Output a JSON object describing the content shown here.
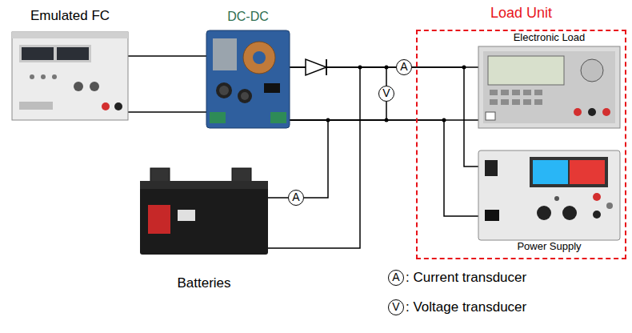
{
  "diagram": {
    "nodes": [
      {
        "text": [
          "Emulated FC"
        ]
      },
      {
        "text": [
          "DC-DC"
        ]
      },
      {
        "text": [
          "Load Unit"
        ]
      },
      {
        "text": [
          "Electronic Load"
        ],
        "in": 2
      },
      {
        "text": [
          "Power Supply"
        ],
        "in": 2
      },
      {
        "text": [
          "A"
        ]
      },
      {
        "text": [
          "V"
        ]
      },
      {
        "text": [
          "Batteries"
        ]
      },
      {
        "text": [
          "A"
        ]
      }
    ],
    "edges": [
      {
        "from": 0,
        "to": 1,
        "arrow": "none"
      },
      {
        "from": 0,
        "to": 1,
        "arrow": "none"
      },
      {
        "from": 1,
        "to": 5,
        "arrow": "none"
      },
      {
        "from": 5,
        "to": 3,
        "arrow": "none"
      },
      {
        "from": 5,
        "to": 4,
        "arrow": "none"
      },
      {
        "from": 1,
        "to": 3,
        "arrow": "none"
      },
      {
        "from": 1,
        "to": 4,
        "arrow": "none"
      },
      {
        "from": 1,
        "to": 6,
        "arrow": "none"
      },
      {
        "from": 6,
        "to": 1,
        "arrow": "none"
      },
      {
        "from": 7,
        "to": 8,
        "arrow": "none"
      },
      {
        "from": 8,
        "to": 1,
        "arrow": "none"
      },
      {
        "from": 7,
        "to": 5,
        "arrow": "none"
      }
    ],
    "labels": [
      "A",
      "V"
    ],
    "legend": [
      {
        "text": ": Current transducer"
      },
      {
        "text": ": Voltage transducer"
      }
    ]
  }
}
